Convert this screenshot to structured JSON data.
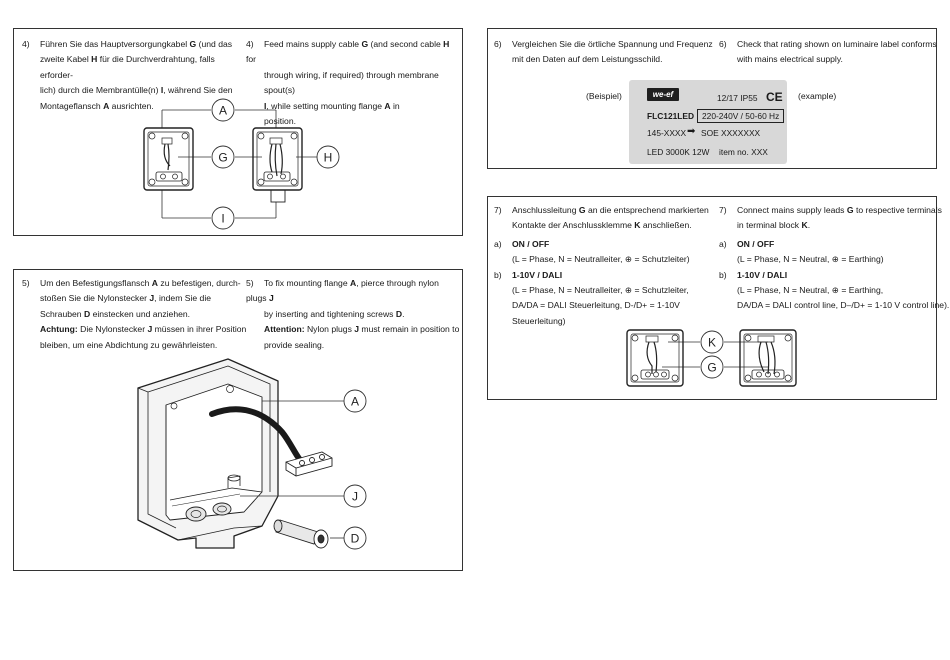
{
  "box4": {
    "de": {
      "num": "4)",
      "lines": [
        "Führen Sie das Hauptversorgungkabel ",
        "G",
        " (und das",
        "zweite Kabel ",
        "H",
        " für die Durchverdrahtung, falls erforder-",
        "lich) durch die Membrantülle(n) ",
        "I",
        ", während Sie den",
        "Montageflansch ",
        "A",
        " ausrichten."
      ]
    },
    "en": {
      "num": "4)",
      "l1a": "Feed mains supply cable ",
      "l1b": "G",
      "l1c": " (and second cable ",
      "l1d": "H",
      "l1e": " for",
      "l2": "through wiring, if required) through membrane spout(s)",
      "l3a": "I",
      "l3b": ", while setting mounting flange ",
      "l3c": "A",
      "l3d": " in",
      "l4": "position."
    },
    "labels": {
      "A": "A",
      "G": "G",
      "H": "H",
      "I": "I"
    }
  },
  "box5": {
    "de": {
      "num": "5)",
      "l1a": "Um den Befestigungsflansch ",
      "l1b": "A",
      "l1c": " zu befestigen, durch-",
      "l2a": "stoßen Sie die Nylonstecker ",
      "l2b": "J",
      "l2c": ", indem Sie die",
      "l3a": "Schrauben ",
      "l3b": "D",
      "l3c": " einstecken und anziehen.",
      "l4a": "Achtung:",
      "l4b": " Die Nylonstecker ",
      "l4c": "J",
      "l4d": " müssen in ihrer Position",
      "l5": "bleiben, um eine Abdichtung zu gewährleisten."
    },
    "en": {
      "num": "5)",
      "l1a": "To fix mounting flange ",
      "l1b": "A",
      "l1c": ", pierce through nylon plugs ",
      "l1d": "J",
      "l2a": "by inserting and tightening screws ",
      "l2b": "D",
      "l2c": ".",
      "l3a": "Attention:",
      "l3b": " Nylon plugs ",
      "l3c": "J",
      "l3d": " must remain in position to",
      "l4": "provide sealing."
    },
    "labels": {
      "A": "A",
      "J": "J",
      "D": "D"
    }
  },
  "box6": {
    "de": {
      "num": "6)",
      "l1": "Vergleichen Sie die örtliche Spannung und Frequenz",
      "l2": "mit den Daten auf dem Leistungsschild."
    },
    "en": {
      "num": "6)",
      "l1": "Check that rating shown on luminaire label conforms",
      "l2": "with mains electrical supply."
    },
    "example_de": "(Beispiel)",
    "example_en": "(example)",
    "label": {
      "logo": "we-ef",
      "date_ip": "12/17 IP55",
      "ce": "CE",
      "model": "FLC121LED",
      "voltage": "220-240V / 50-60 Hz",
      "code": "145-XXXX",
      "arrow": "➡",
      "soe": "SOE XXXXXXX",
      "led": "LED 3000K 12W",
      "item": "item no. XXX"
    }
  },
  "box7": {
    "de": {
      "num": "7)",
      "l1a": "Anschlussleitung ",
      "l1b": "G",
      "l1c": " an die entsprechend markierten",
      "l2a": "Kontakte der Anschlussklemme ",
      "l2b": "K",
      "l2c": " anschließen.",
      "a_num": "a)",
      "a_title": "ON / OFF",
      "a_desc": "(L = Phase, N = Neutralleiter, ⊕ = Schutzleiter)",
      "b_num": "b)",
      "b_title": "1-10V / DALI",
      "b_desc1": "(L = Phase, N = Neutralleiter, ⊕ = Schutzleiter,",
      "b_desc2": "DA/DA = DALI Steuerleitung, D-/D+ = 1-10V Steuerleitung)"
    },
    "en": {
      "num": "7)",
      "l1a": "Connect mains supply leads ",
      "l1b": "G",
      "l1c": " to respective terminals",
      "l2a": "in terminal block ",
      "l2b": "K",
      "l2c": ".",
      "a_num": "a)",
      "a_title": "ON / OFF",
      "a_desc": "(L = Phase, N = Neutral, ⊕ = Earthing)",
      "b_num": "b)",
      "b_title": "1-10V / DALI",
      "b_desc1": "(L = Phase, N = Neutral, ⊕ = Earthing,",
      "b_desc2": "DA/DA = DALI control line, D–/D+ = 1-10 V control line)."
    },
    "labels": {
      "K": "K",
      "G": "G"
    }
  }
}
